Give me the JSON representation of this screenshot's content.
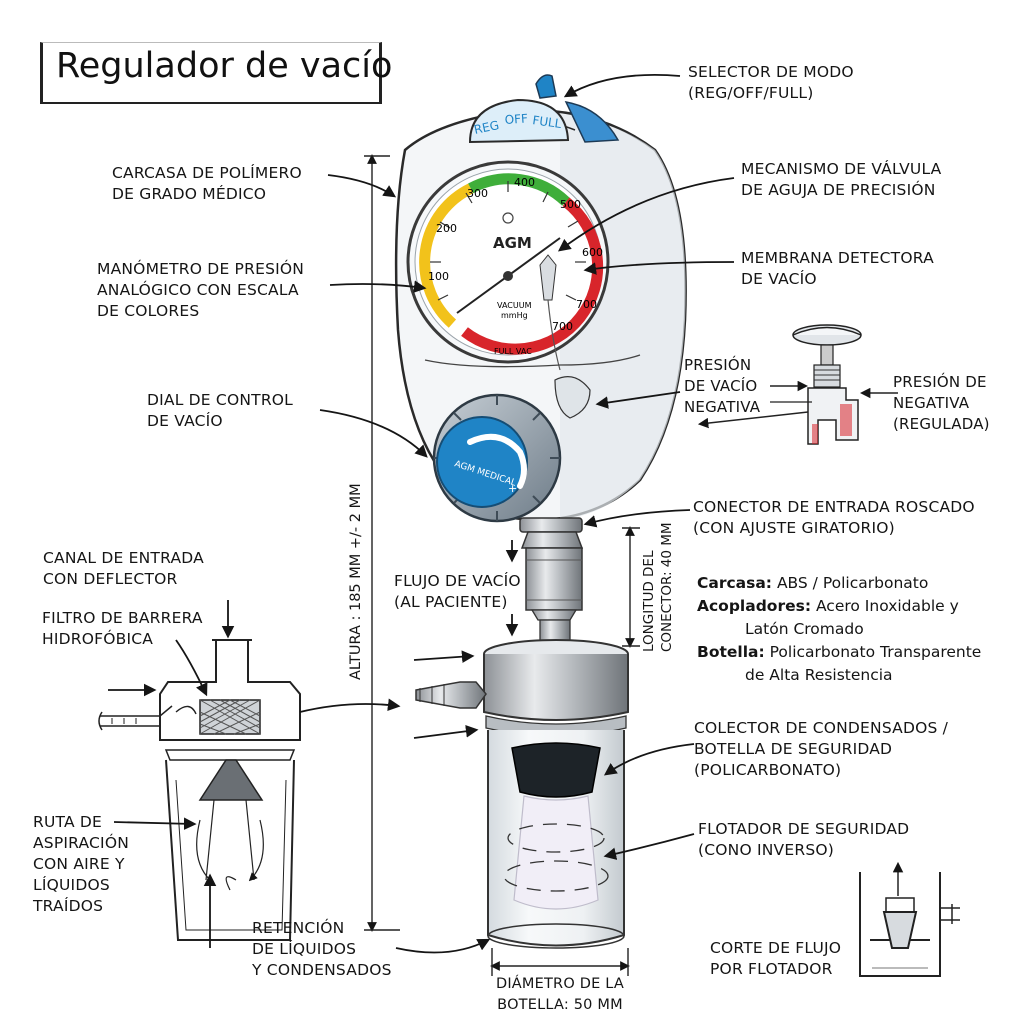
{
  "title": "Regulador de vacío",
  "gauge": {
    "mode_marks": [
      "REG",
      "OFF",
      "FULL"
    ],
    "ticks": [
      "100",
      "200",
      "300",
      "400",
      "500",
      "600",
      "700",
      "700"
    ],
    "brand": "AGM",
    "label_vacuum": "VACUUM",
    "label_mmhg": "mmHg",
    "label_full": "FULL VAC",
    "dial_text": "AGM MEDICAL",
    "colors": {
      "yellow": "#f2c21b",
      "green": "#3fae3a",
      "red": "#d8252b",
      "blue": "#1f84c6"
    }
  },
  "labels": {
    "mode_selector": "SELECTOR DE MODO\n(REG/OFF/FULL)",
    "housing": "CARCASA DE POLÍMERO\nDE GRADO MÉDICO",
    "needle_valve": "MECANISMO DE VÁLVULA\nDE AGUJA DE PRECISIÓN",
    "manometer": "MANÓMETRO DE PRESIÓN\nANALÓGICO CON ESCALA\nDE COLORES",
    "membrane": "MEMBRANA DETECTORA\nDE VACÍO",
    "negative_vacuum": "PRESIÓN\nDE VACÍO\nNEGATIVA",
    "negative_regulated": "PRESIÓN DE\nNEGATIVA\n(REGULADA)",
    "control_dial": "DIAL DE CONTROL\nDE VACÍO",
    "threaded_inlet": "CONECTOR DE ENTRADA ROSCADO\n(CON AJUSTE GIRATORIO)",
    "inlet_channel": "CANAL DE ENTRADA\nCON DEFLECTOR",
    "vacuum_flow": "FLUJO DE VACÍO\n(AL PACIENTE)",
    "hydrophobic_filter": "FILTRO DE BARRERA\nHIDROFÓBICA",
    "height": "ALTURA : 185 mm +/- 2 mm",
    "connector_length": "LONGITUD DEL\nCONECTOR: 40 mm",
    "condensate_collector": "COLECTOR DE CONDENSADOS /\nBOTELLA DE SEGURIDAD\n(POLICARBONATO)",
    "aspiration_path": "RUTA DE\nASPIRACIÓN\nCON AIRE Y\nLÍQUIDOS\nTRAÍDOS",
    "safety_float": "FLOTADOR DE SEGURIDAD\n(CONO INVERSO)",
    "liquid_retention": "RETENCIÓN\nDE LÍQUIDOS\nY CONDENSADOS",
    "float_cutoff": "CORTE DE FLUJO\nPOR FLOTADOR",
    "bottle_diameter": "DIÁMETRO DE LA\nBOTELLA: 50 mm"
  },
  "specs": [
    {
      "key": "Carcasa:",
      "value": "ABS / Policarbonato",
      "cont": ""
    },
    {
      "key": "Acopladores:",
      "value": "Acero Inoxidable y",
      "cont": "Latón Cromado"
    },
    {
      "key": "Botella:",
      "value": "Policarbonato Transparente",
      "cont": "de Alta Resistencia"
    }
  ]
}
